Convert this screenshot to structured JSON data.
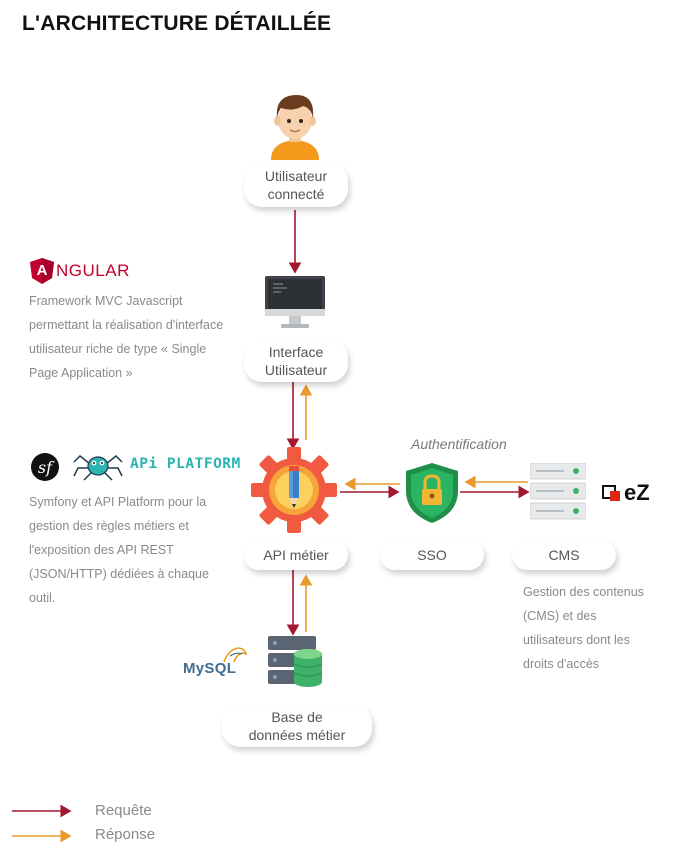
{
  "title": "L'ARCHITECTURE DÉTAILLÉE",
  "nodes": {
    "user": {
      "line1": "Utilisateur",
      "line2": "connecté"
    },
    "interface": {
      "line1": "Interface",
      "line2": "Utilisateur"
    },
    "api": {
      "label": "API métier"
    },
    "sso": {
      "label": "SSO"
    },
    "cms": {
      "label": "CMS"
    },
    "db": {
      "line1": "Base de",
      "line2": "données métier"
    }
  },
  "edge_labels": {
    "auth": "Authentification"
  },
  "logos": {
    "angular": "NGULAR",
    "angular_letter": "A",
    "api_platform": "APi PLATFORM",
    "ez": "eZ",
    "mysql": "MySQL"
  },
  "descriptions": {
    "angular": [
      "Framework MVC Javascript",
      "permettant la réalisation d'interface",
      "utilisateur riche  de type « Single",
      "Page Application »"
    ],
    "symfony": [
      "Symfony et API Platform pour la",
      "gestion des règles métiers et",
      "l'exposition des API  REST",
      "(JSON/HTTP) dédiées à chaque",
      "outil."
    ],
    "cms": [
      "Gestion des contenus",
      "(CMS) et des",
      "utilisateurs dont les",
      "droits d'accès"
    ]
  },
  "legend": {
    "request": "Requête",
    "response": "Réponse"
  },
  "colors": {
    "request": "#a0182e",
    "response": "#e89a2c",
    "angular": "#c3002f",
    "api_platform": "#2bb5b0",
    "mysql": "#3e6e93"
  }
}
